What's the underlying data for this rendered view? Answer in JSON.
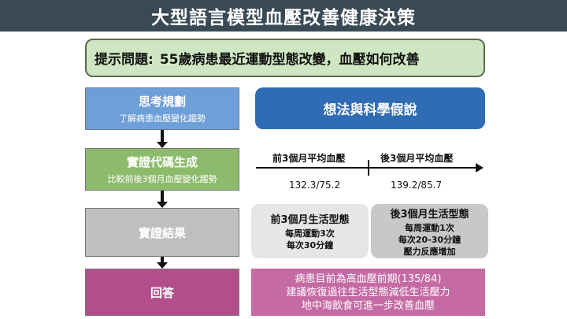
{
  "header": {
    "title": "大型語言模型血壓改善健康決策"
  },
  "question": {
    "label": "提示問題:",
    "text": "55歲病患最近運動型態改變，血壓如何改善"
  },
  "steps": [
    {
      "title": "思考規劃",
      "sub": "了解病患血壓變化趨勢"
    },
    {
      "title": "實證代碼生成",
      "sub": "比較前後3個月血壓變化趨勢"
    },
    {
      "title": "實證結果",
      "sub": ""
    },
    {
      "title": "回答",
      "sub": ""
    }
  ],
  "hypothesis": {
    "label": "想法與科學假說"
  },
  "timeline": {
    "before_label": "前3個月平均血壓",
    "after_label": "後3個月平均血壓",
    "before_value": "132.3/75.2",
    "after_value": "139.2/85.7"
  },
  "lifestyle": {
    "before": {
      "title": "前3個月生活型態",
      "items": [
        "每周運動3次",
        "每次30分鐘"
      ]
    },
    "after": {
      "title": "後3個月生活型態",
      "items": [
        "每周運動1次",
        "每次20-30分鐘",
        "壓力反應增加"
      ]
    }
  },
  "answer": {
    "lines": [
      "病患目前為高血壓前期(135/84)",
      "建議恢復過往生活型態減低生活壓力",
      "地中海飲食可進一步改善血壓"
    ]
  },
  "colors": {
    "header_bg": "#3a4a55",
    "question_bg": "#cfe6c3",
    "step1": "#6f9fd8",
    "step2": "#8dbb6c",
    "step3": "#bfbfbf",
    "step4": "#b24e8c",
    "hypothesis_bg": "#2f6cb3",
    "answer_bg": "#c56aa4"
  }
}
